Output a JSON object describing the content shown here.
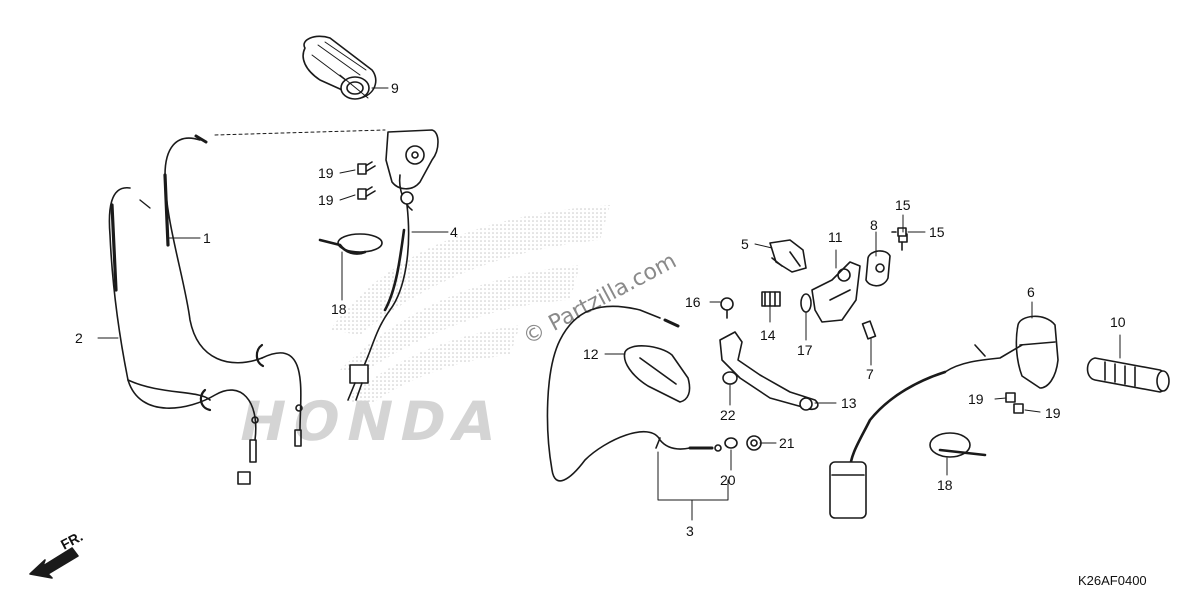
{
  "diagram": {
    "code": "K26AF0400",
    "front_label": "FR.",
    "watermark_site": "© Partzilla.com",
    "watermark_brand": "HONDA"
  },
  "callouts": {
    "c1": "1",
    "c2": "2",
    "c3": "3",
    "c4": "4",
    "c5": "5",
    "c6": "6",
    "c7": "7",
    "c8": "8",
    "c9": "9",
    "c10": "10",
    "c11": "11",
    "c12": "12",
    "c13": "13",
    "c14": "14",
    "c15a": "15",
    "c15b": "15",
    "c16": "16",
    "c17": "17",
    "c18a": "18",
    "c18b": "18",
    "c19a": "19",
    "c19b": "19",
    "c19c": "19",
    "c19d": "19",
    "c20": "20",
    "c21": "21",
    "c22": "22"
  },
  "colors": {
    "line": "#1a1a1a",
    "watermark": "#b8b8b8"
  }
}
